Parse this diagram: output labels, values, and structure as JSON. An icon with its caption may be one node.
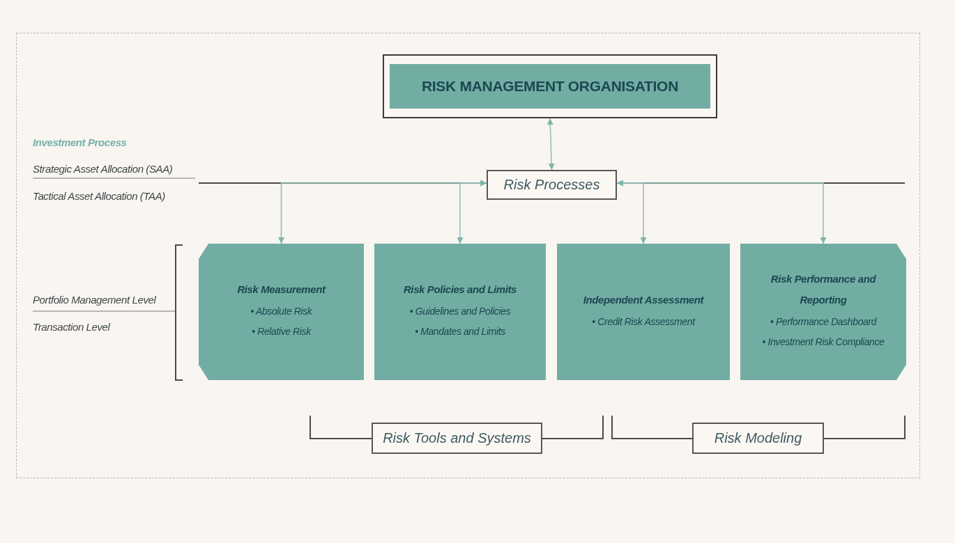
{
  "diagram": {
    "nodes": [
      {
        "text": [
          "RISK MANAGEMENT ORGANISATION"
        ]
      },
      {
        "text": [
          "Risk Processes"
        ]
      },
      {
        "text": [
          "Risk Measurement",
          "• Absolute Risk",
          "• Relative Risk"
        ]
      },
      {
        "text": [
          "Risk Policies and Limits",
          "• Guidelines and Policies",
          "• Mandates and Limits"
        ]
      },
      {
        "text": [
          "Independent Assessment",
          "• Credit Risk Assessment"
        ]
      },
      {
        "text": [
          "Risk Performance and Reporting",
          "• Performance Dashboard",
          "• Investment Risk Compliance"
        ]
      },
      {
        "text": [
          "Risk Tools and Systems"
        ]
      },
      {
        "text": [
          "Risk Modeling"
        ]
      }
    ],
    "edges": [
      {
        "from": 0,
        "to": 1,
        "arrow": "both"
      },
      {
        "from": 1,
        "to": 2,
        "arrow": "both"
      },
      {
        "from": 1,
        "to": 3,
        "arrow": "both"
      },
      {
        "from": 1,
        "to": 4,
        "arrow": "both"
      },
      {
        "from": 1,
        "to": 5,
        "arrow": "both"
      }
    ],
    "labels": [
      "Investment Process",
      "Strategic Asset Allocation (SAA)",
      "Tactical Asset Allocation (TAA)",
      "Portfolio Management Level",
      "Transaction Level"
    ]
  }
}
